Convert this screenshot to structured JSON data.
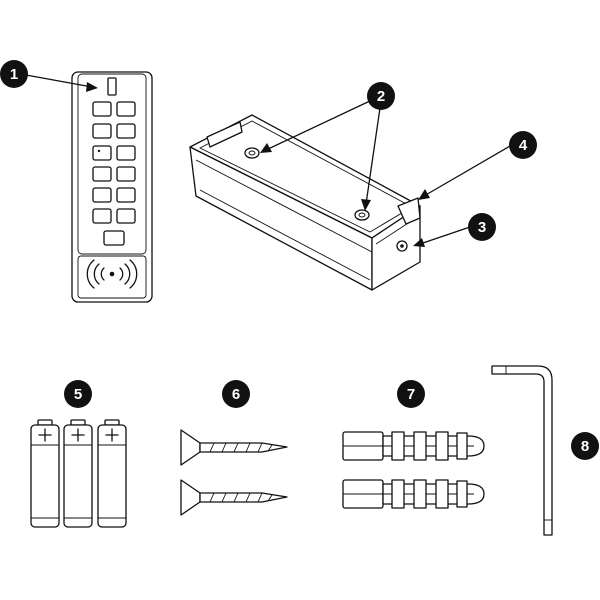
{
  "callouts": {
    "c1": "1",
    "c2": "2",
    "c3": "3",
    "c4": "4",
    "c5": "5",
    "c6": "6",
    "c7": "7",
    "c8": "8"
  },
  "colors": {
    "line": "#111111",
    "badge": "#111111",
    "badge_text": "#ffffff",
    "background": "#ffffff"
  },
  "icons": {
    "rfid": "contactless-waves-icon",
    "battery_plus": "plus-icon"
  }
}
